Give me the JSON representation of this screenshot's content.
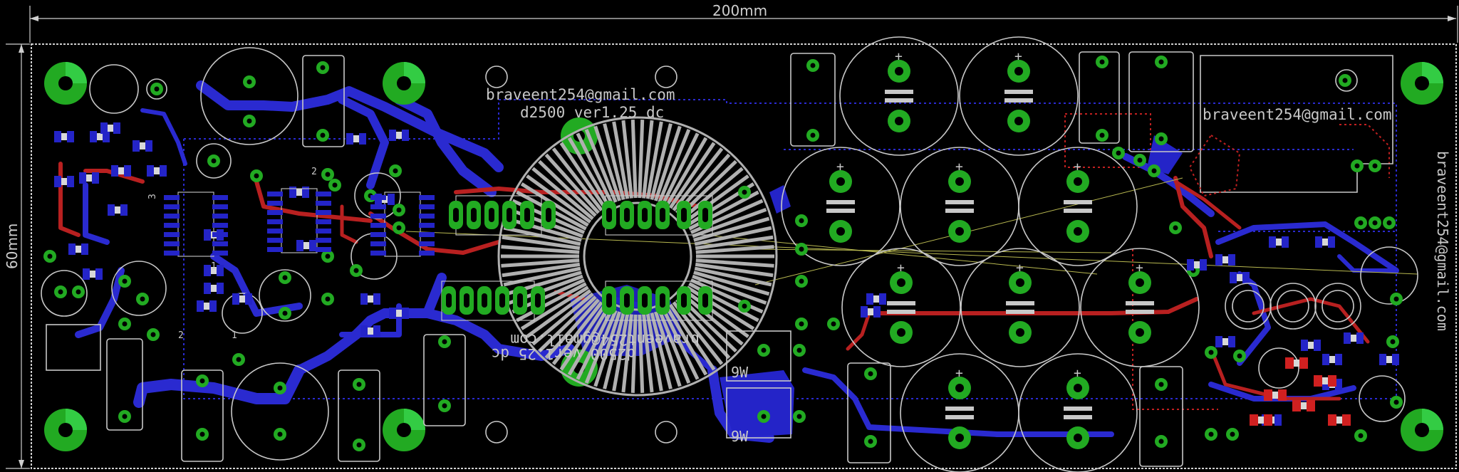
{
  "dimensions": {
    "width_label": "200mm",
    "height_label": "60mm"
  },
  "silkscreen": {
    "email_top": "braveent254@gmail.com",
    "version_top": "d2500 ver1.25 dc",
    "email_right": "braveent254@gmail.com",
    "email_mirrored_bottom": "braveent254@gmail.com",
    "version_mirrored_bottom": "d2500 ver1.25 dc",
    "email_vertical_right": "braveent254@gmail.com",
    "resistor_label_1": "9W",
    "resistor_label_2": "9W",
    "trimpot_labels": [
      "3",
      "2",
      "1"
    ],
    "opto_labels": [
      "1",
      "2"
    ],
    "regulator_labels": [
      "2",
      "1"
    ],
    "ic_pin_label": "1"
  },
  "colors": {
    "background": "#000000",
    "copper_top": "#d02020",
    "copper_bottom": "#2a2ad0",
    "through_hole_pad": "#22aa22",
    "silkscreen": "#c8c8c8",
    "airwire": "#b8b850"
  }
}
